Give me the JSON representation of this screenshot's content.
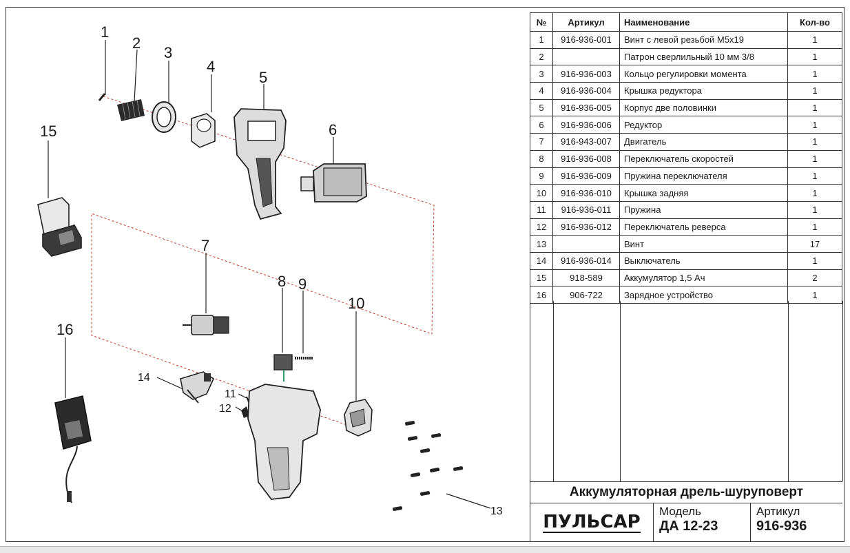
{
  "callouts": [
    "1",
    "2",
    "3",
    "4",
    "5",
    "6",
    "7",
    "8",
    "9",
    "10",
    "11",
    "12",
    "13",
    "14",
    "15",
    "16"
  ],
  "table": {
    "headers": [
      "№",
      "Артикул",
      "Наименование",
      "Кол-во"
    ],
    "rows": [
      [
        "1",
        "916-936-001",
        "Винт с левой резьбой М5х19",
        "1"
      ],
      [
        "2",
        "",
        "Патрон сверлильный 10 мм 3/8",
        "1"
      ],
      [
        "3",
        "916-936-003",
        "Кольцо регулировки момента",
        "1"
      ],
      [
        "4",
        "916-936-004",
        "Крышка редуктора",
        "1"
      ],
      [
        "5",
        "916-936-005",
        "Корпус две половинки",
        "1"
      ],
      [
        "6",
        "916-936-006",
        "Редуктор",
        "1"
      ],
      [
        "7",
        "916-943-007",
        "Двигатель",
        "1"
      ],
      [
        "8",
        "916-936-008",
        "Переключатель скоростей",
        "1"
      ],
      [
        "9",
        "916-936-009",
        "Пружина переключателя",
        "1"
      ],
      [
        "10",
        "916-936-010",
        "Крышка задняя",
        "1"
      ],
      [
        "11",
        "916-936-011",
        "Пружина",
        "1"
      ],
      [
        "12",
        "916-936-012",
        "Переключатель реверса",
        "1"
      ],
      [
        "13",
        "",
        "Винт",
        "17"
      ],
      [
        "14",
        "916-936-014",
        "Выключатель",
        "1"
      ],
      [
        "15",
        "918-589",
        "Аккумулятор 1,5 Ач",
        "2"
      ],
      [
        "16",
        "906-722",
        "Зарядное устройство",
        "1"
      ]
    ]
  },
  "title_block": {
    "title": "Аккумуляторная дрель-шуруповерт",
    "logo": "ПУЛЬСАР",
    "model_label": "Модель",
    "model_value": "ДА 12-23",
    "article_label": "Артикул",
    "article_value": "916-936"
  },
  "colors": {
    "dashed_line": "#c0392b",
    "spring_green": "#2e9c6a",
    "part_fill": "#d9d9d9",
    "part_dark": "#2b2b2b"
  }
}
